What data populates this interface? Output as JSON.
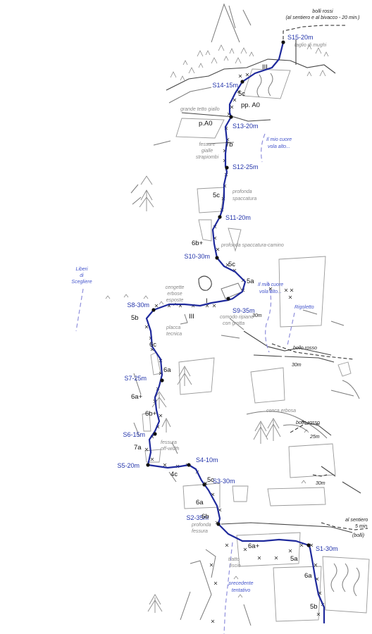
{
  "colors": {
    "route": "#1f2a9c",
    "belay_label": "#2233aa",
    "other_route": "#8f8fdc",
    "rock": "#7a7a7a"
  },
  "top_note": {
    "line1": "bolli rossi",
    "line2": "(al sentiero e al bivacco - 20 min.)"
  },
  "belays": [
    "S15-20m",
    "S14-15m",
    "S13-20m",
    "S12-25m",
    "S11-20m",
    "S10-30m",
    "S9-35m",
    "S8-30m",
    "S7-25m",
    "S6-15m",
    "S5-20m",
    "S4-10m",
    "S3-30m",
    "S2-35m",
    "S1-30m"
  ],
  "grades": [
    "III",
    "5c",
    "pp. A0",
    "p.A0",
    "7b",
    "5c",
    "6b+",
    "5c",
    "5a",
    "III",
    "I",
    "5b",
    "6c",
    "6a",
    "6a+",
    "6b+",
    "7a",
    "4c",
    "5c",
    "6a",
    "6b",
    "6a+",
    "5a",
    "6a",
    "5b"
  ],
  "notes": {
    "taglio": "taglio di mughi",
    "tetto": "grande tetto giallo",
    "fessure1": "fessure",
    "fessure2": "gialle",
    "fessure3": "strapiombi",
    "prof1": "profonda",
    "prof2": "spaccatura",
    "profcam": "profonda spaccatura-camino",
    "cengette1": "cengette",
    "cengette2": "erbose",
    "cengette3": "esposte",
    "comodo1": "comodo ripiano",
    "comodo2": "con grotta",
    "placca1": "placca",
    "placca2": "tecnica",
    "fessoff1": "fessura",
    "fessoff2": "off-width",
    "conca": "conca erbosa",
    "proffes1": "profonda",
    "proffes2": "fessura",
    "tratto1": "tratto",
    "tratto2": "liscio"
  },
  "other_routes": {
    "cuore1": {
      "a": "Il mio cuore",
      "b": "vola alto..."
    },
    "cuore2": {
      "a": "Il mio cuore",
      "b": "vola alto..."
    },
    "liberi": {
      "a": "Liberi",
      "b": "di",
      "c": "Scegliere"
    },
    "rigoletto": "Rigoletto",
    "precedente": {
      "a": "precedente",
      "b": "tentativo"
    }
  },
  "info": {
    "bollo1": "bollo rosso",
    "bollo2": "bollo rosso",
    "m30a": "30m",
    "m30b": "30m",
    "m25": "25m",
    "m30c": "30m",
    "sentiero1": "al sentiero",
    "sentiero2": "5 min",
    "sentiero3": "(bolli)"
  }
}
